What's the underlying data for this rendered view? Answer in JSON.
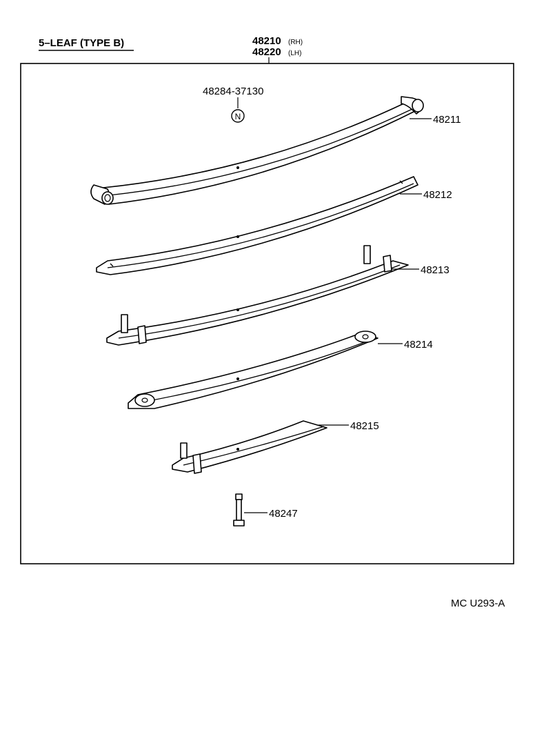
{
  "diagram": {
    "title": "5–LEAF (TYPE  B)",
    "assembly": {
      "number_rh": "48210",
      "side_rh": "(RH)",
      "number_lh": "48220",
      "side_lh": "(LH)"
    },
    "parts": [
      {
        "id": "48284-37130",
        "label": "48284-37130",
        "symbol": "N"
      },
      {
        "id": "48211",
        "label": "48211"
      },
      {
        "id": "48212",
        "label": "48212"
      },
      {
        "id": "48213",
        "label": "48213"
      },
      {
        "id": "48214",
        "label": "48214"
      },
      {
        "id": "48215",
        "label": "48215"
      },
      {
        "id": "48247",
        "label": "48247"
      }
    ],
    "figure_code": "MC U293-A"
  }
}
